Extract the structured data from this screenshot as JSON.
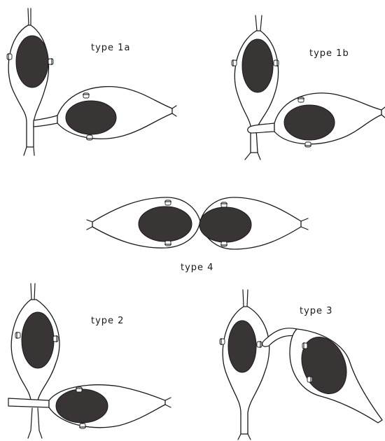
{
  "labels": {
    "type_1a": "type 1a",
    "type_1b": "type 1b",
    "type_4": "type 4",
    "type_2": "type 2",
    "type_3": "type 3"
  },
  "colors": {
    "nucleus": "#3a3535",
    "outline": "#1a1a1a",
    "background": "#ffffff"
  }
}
